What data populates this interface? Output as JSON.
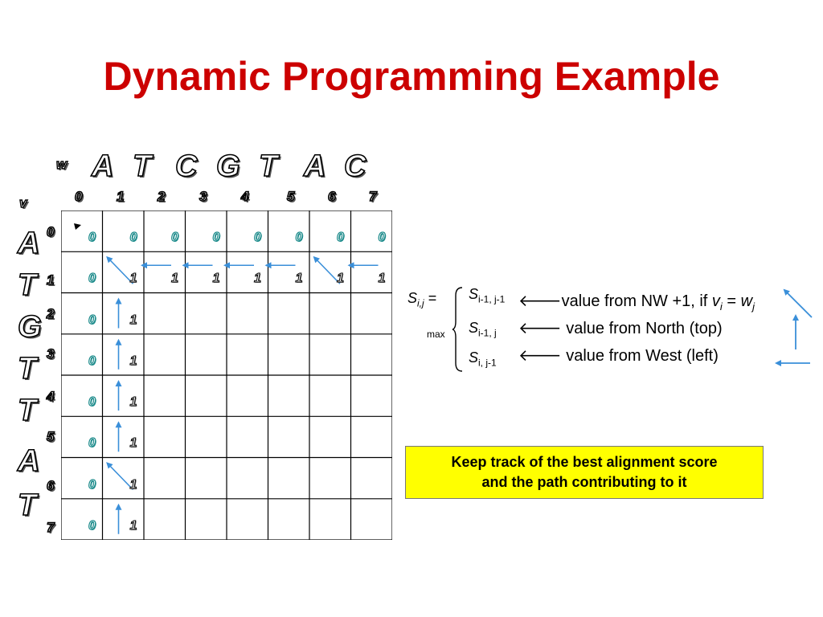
{
  "slide": {
    "title": "Dynamic Programming Example",
    "w_label": "w",
    "v_label": "v",
    "w_sequence": [
      "A",
      "T",
      "C",
      "G",
      "T",
      "A",
      "C"
    ],
    "v_sequence": [
      "A",
      "T",
      "G",
      "T",
      "T",
      "A",
      "T"
    ],
    "column_indices": [
      "0",
      "1",
      "2",
      "3",
      "4",
      "5",
      "6",
      "7"
    ],
    "row_indices": [
      "0",
      "1",
      "2",
      "3",
      "4",
      "5",
      "6",
      "7"
    ],
    "row0_values": [
      "0",
      "0",
      "0",
      "0",
      "0",
      "0",
      "0",
      "0"
    ],
    "row1_values": [
      "0",
      "1",
      "1",
      "1",
      "1",
      "1",
      "1",
      "1"
    ],
    "col0_values": [
      "0",
      "0",
      "0",
      "0",
      "0",
      "0"
    ],
    "col1_values": [
      "1",
      "1",
      "1",
      "1",
      "1",
      "1"
    ],
    "arrows": {
      "diagonal_cells": [
        [
          1,
          1
        ],
        [
          1,
          6
        ],
        [
          6,
          1
        ]
      ],
      "left_cells": [
        [
          1,
          2
        ],
        [
          1,
          3
        ],
        [
          1,
          4
        ],
        [
          1,
          5
        ],
        [
          1,
          7
        ]
      ],
      "up_cells": [
        [
          2,
          1
        ],
        [
          3,
          1
        ],
        [
          4,
          1
        ],
        [
          5,
          1
        ],
        [
          7,
          1
        ]
      ]
    },
    "colors": {
      "title": "#cc0000",
      "arrow": "#3a8fd9",
      "zero_digit": "#1a8a8a",
      "callout": "#ffff00"
    }
  },
  "formula": {
    "s": "S",
    "lhs_sub": "i,j",
    "eq": " =",
    "max": "max",
    "case1_sub": "i-1, j-1",
    "case2_sub": "i-1, j",
    "case3_sub": "i, j-1",
    "arrow_glyph": "🡐",
    "case1_text": "value from NW +1, if ",
    "case1_v": "v",
    "case1_vsub": "i",
    "case1_eq": " = ",
    "case1_w": "w",
    "case1_wsub": "j",
    "case2_text": " value from North (top)",
    "case3_text": " value from West (left)"
  },
  "callout": {
    "line1": "Keep track of the best alignment score",
    "line2": "and the path contributing to it"
  }
}
